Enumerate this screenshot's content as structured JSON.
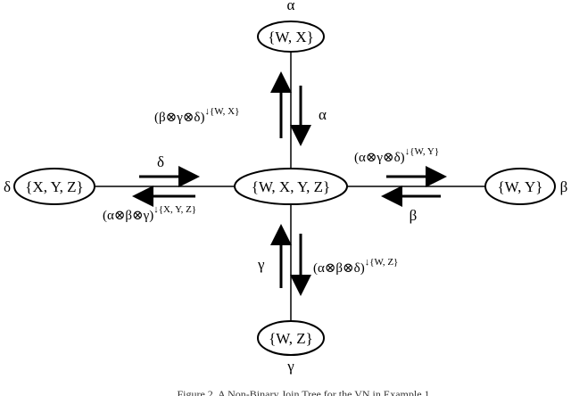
{
  "nodes": {
    "top": "{W, X}",
    "left": "{X, Y, Z}",
    "center": "{W, X, Y, Z}",
    "right": "{W, Y}",
    "bottom": "{W, Z}"
  },
  "potentials": {
    "top": "α",
    "left": "δ",
    "right": "β",
    "bottom": "γ"
  },
  "messages": {
    "top_up": {
      "base": "(β⊗γ⊗δ)",
      "sup": "↓{W, X}"
    },
    "top_down": "α",
    "left_right": "δ",
    "left_left": {
      "base": "(α⊗β⊗γ)",
      "sup": "↓{X, Y, Z}"
    },
    "right_right": {
      "base": "(α⊗γ⊗δ)",
      "sup": "↓{W, Y}"
    },
    "right_left": "β",
    "bottom_up": "γ",
    "bottom_down": {
      "base": "(α⊗β⊗δ)",
      "sup": "↓{W, Z}"
    }
  },
  "caption": "Figure 2. A Non-Binary Join Tree for the VN in Example 1"
}
